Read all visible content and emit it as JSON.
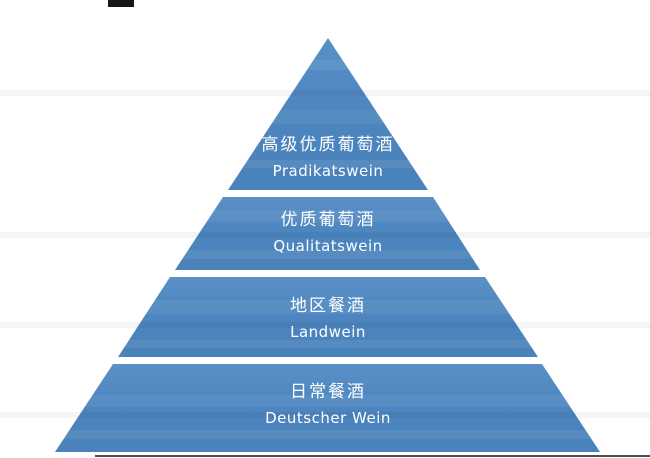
{
  "diagram": {
    "type": "pyramid",
    "levels": [
      {
        "rank": 1,
        "label_zh": "高级优质葡萄酒",
        "label_latin": "Pradikatswein"
      },
      {
        "rank": 2,
        "label_zh": "优质葡萄酒",
        "label_latin": "Qualitatswein"
      },
      {
        "rank": 3,
        "label_zh": "地区餐酒",
        "label_latin": "Landwein"
      },
      {
        "rank": 4,
        "label_zh": "日常餐酒",
        "label_latin": "Deutscher Wein"
      }
    ],
    "colors": {
      "pyramid_blue": "#4C85BF",
      "text": "#FFFFFF",
      "background": "#FFFFFF"
    }
  }
}
